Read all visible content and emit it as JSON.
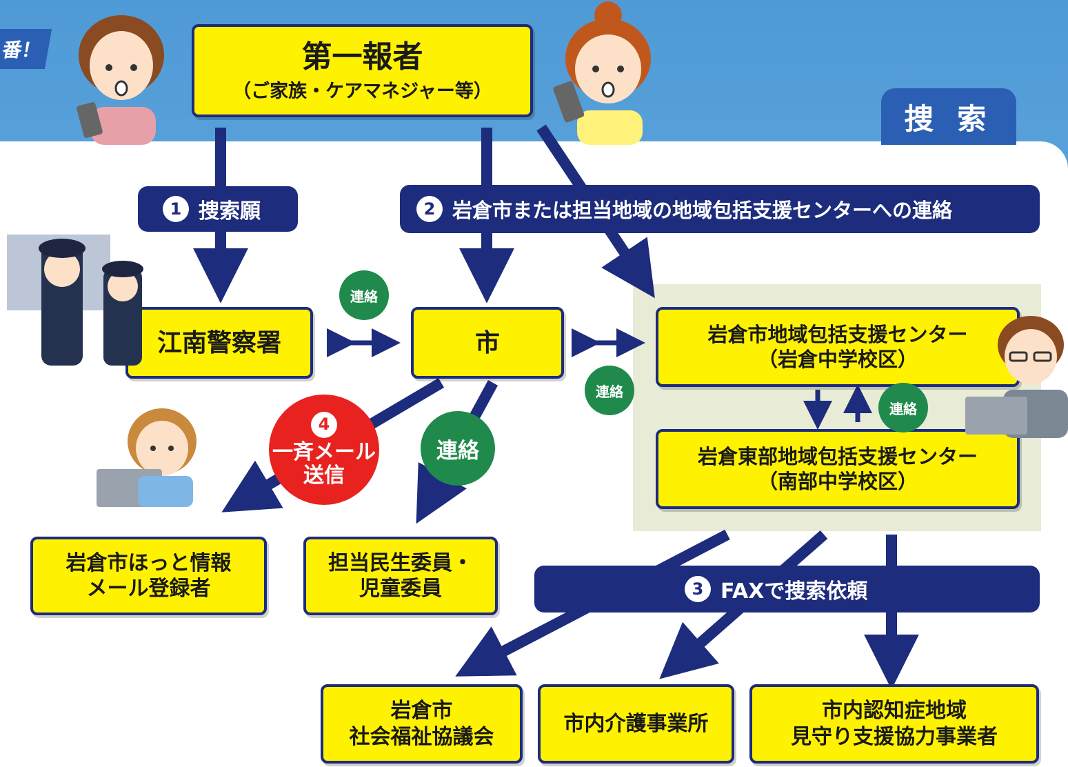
{
  "corner_banner": "番！",
  "tab_label": "捜 索",
  "reporter": {
    "title": "第一報者",
    "subtitle": "（ご家族・ケアマネジャー等）"
  },
  "step1": {
    "number": "1",
    "label": "捜索願"
  },
  "step2": {
    "number": "2",
    "label": "岩倉市または担当地域の地域包括支援センターへの連絡"
  },
  "step3": {
    "number": "3",
    "label": "FAXで捜索依頼"
  },
  "step4": {
    "number": "4",
    "line1": "一斉メール",
    "line2": "送信"
  },
  "contact_label": "連絡",
  "police": "江南警察署",
  "city": "市",
  "center1": {
    "line1": "岩倉市地域包括支援センター",
    "line2": "（岩倉中学校区）"
  },
  "center2": {
    "line1": "岩倉東部地域包括支援センター",
    "line2": "（南部中学校区）"
  },
  "mail_registrants": {
    "line1": "岩倉市ほっと情報",
    "line2": "メール登録者"
  },
  "welfare_commissioners": {
    "line1": "担当民生委員・",
    "line2": "児童委員"
  },
  "social_welfare": {
    "line1": "岩倉市",
    "line2": "社会福祉協議会"
  },
  "care_offices": "市内介護事業所",
  "dementia_partners": {
    "line1": "市内認知症地域",
    "line2": "見守り支援協力事業者"
  },
  "colors": {
    "navy": "#1d2c7c",
    "yellow": "#fff200",
    "green": "#1f8a4c",
    "red": "#e8231f",
    "sky": "#5aa5dc"
  }
}
